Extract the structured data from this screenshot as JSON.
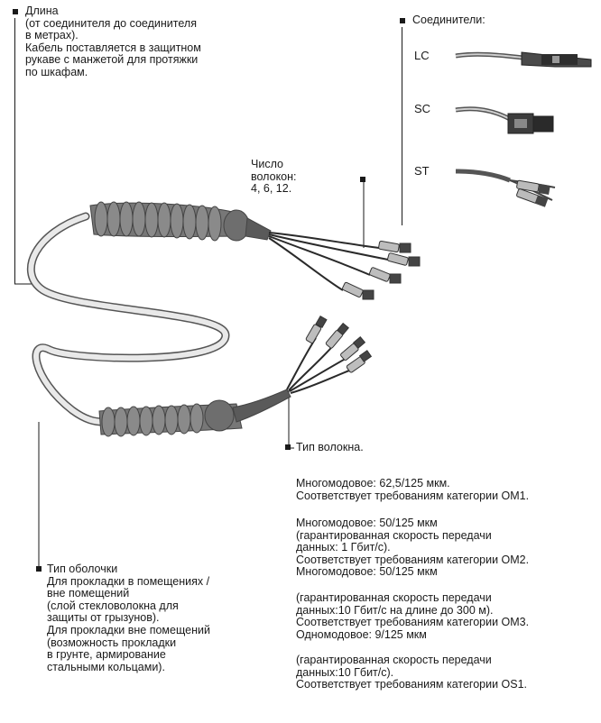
{
  "length_note": {
    "text": "Длина\n(от соединителя до соединителя\nв метрах).\nКабель поставляется в защитном\nрукаве с манжетой для протяжки\nпо шкафам."
  },
  "connectors": {
    "title": "Соединители:",
    "items": [
      "LC",
      "SC",
      "ST"
    ]
  },
  "fiber_count": {
    "text": "Число\nволокон:\n4, 6, 12."
  },
  "fiber_type": {
    "title": "Тип волокна.",
    "blocks": [
      "Многомодовое: 62,5/125 мкм.\nСоответствует требованиям категории ОМ1.",
      "Многомодовое: 50/125 мкм\n(гарантированная скорость передачи\nданных: 1 Гбит/с).\nСоответствует требованиям категории ОМ2.\nМногомодовое: 50/125 мкм",
      "(гарантированная скорость передачи\nданных:10 Гбит/с на длине до 300 м).\nСоответствует требованиям категории ОМ3.\nОдномодовое: 9/125 мкм",
      "(гарантированная скорость передачи\nданных:10 Гбит/с).\nСоответствует требованиям категории OS1."
    ]
  },
  "sheath_type": {
    "text": "Тип оболочки\nДля прокладки в помещениях /\nвне помещений\n(слой стекловолокна для\nзащиты от грызунов).\nДля прокладки вне помещений\n(возможность прокладки\nв грунте, армирование\nстальными кольцами)."
  }
}
